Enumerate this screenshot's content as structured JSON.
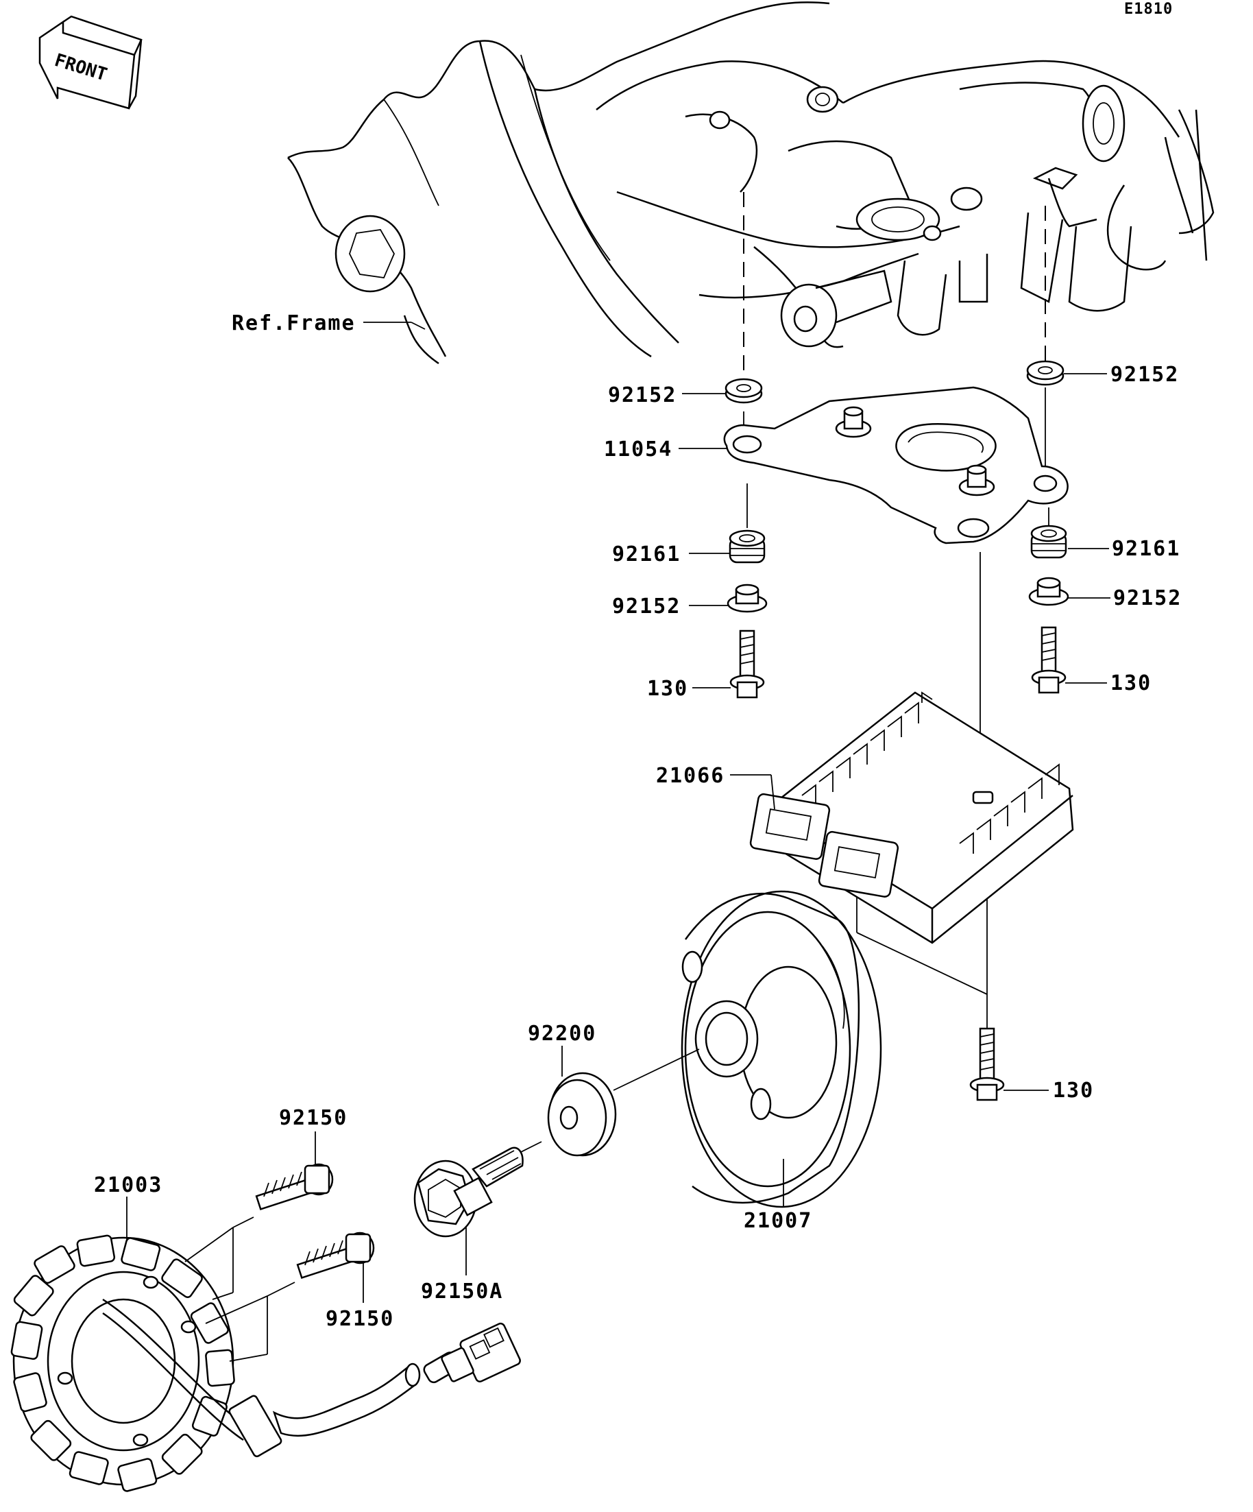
{
  "diagram": {
    "code": "E1810",
    "front_label": "FRONT",
    "ref_frame_label": "Ref.Frame"
  },
  "callouts": {
    "p92152_a": "92152",
    "p92152_b": "92152",
    "p11054": "11054",
    "p92161_a": "92161",
    "p92161_b": "92161",
    "p92152_c": "92152",
    "p92152_d": "92152",
    "p130_a": "130",
    "p130_b": "130",
    "p21066": "21066",
    "p92200": "92200",
    "p130_c": "130",
    "p92150_a": "92150",
    "p21003": "21003",
    "p92150A": "92150A",
    "p21007": "21007",
    "p92150_b": "92150"
  }
}
